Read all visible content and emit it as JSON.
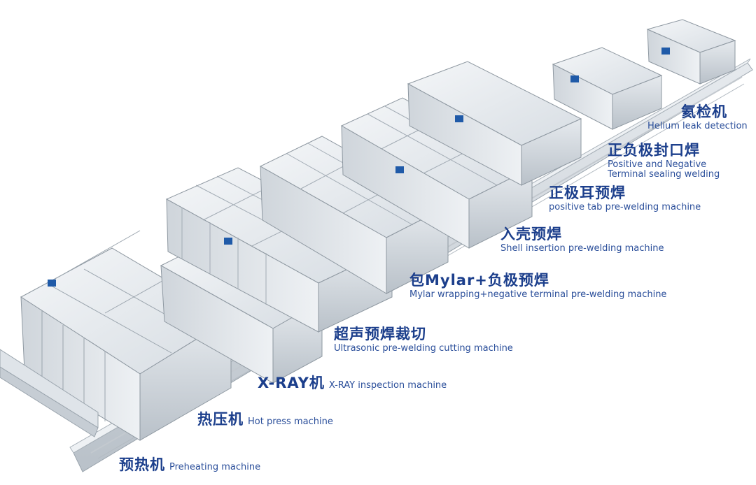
{
  "brand": {
    "color_primary": "#1c3f8c",
    "color_logo": "#1f5aa8"
  },
  "stations": [
    {
      "cn": "氦检机",
      "en": "Helium leak detection"
    },
    {
      "cn": "正负极封口焊",
      "en_line1": "Positive and Negative",
      "en_line2": "Terminal sealing welding"
    },
    {
      "cn": "正极耳预焊",
      "en": "positive tab pre-welding machine"
    },
    {
      "cn": "入壳预焊",
      "en": "Shell insertion pre-welding machine"
    },
    {
      "cn": "包Mylar+负极预焊",
      "en": "Mylar wrapping+negative terminal pre-welding machine"
    },
    {
      "cn": "超声预焊裁切",
      "en": "Ultrasonic pre-welding cutting machine"
    },
    {
      "cn": "X-RAY机",
      "en": "X-RAY inspection machine"
    },
    {
      "cn": "热压机",
      "en": "Hot press machine"
    },
    {
      "cn": "预热机",
      "en": "Preheating machine"
    }
  ]
}
